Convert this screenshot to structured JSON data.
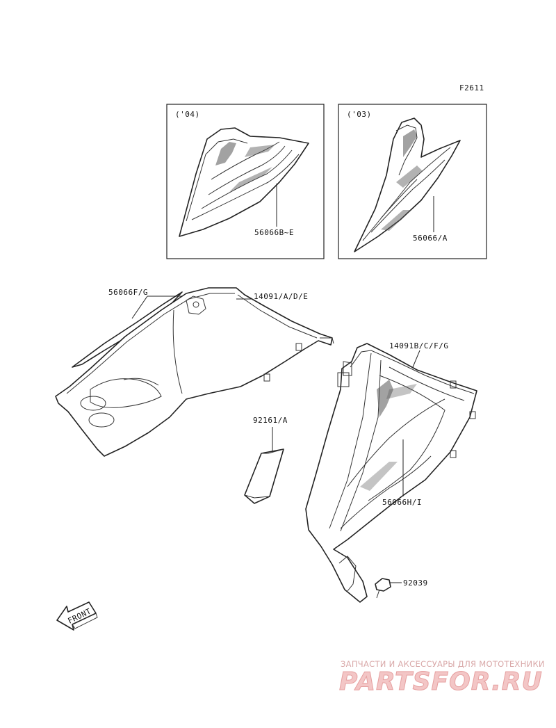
{
  "diagram_code": "F2611",
  "insets": [
    {
      "year": "('04)",
      "part": "56066B~E"
    },
    {
      "year": "('03)",
      "part": "56066/A"
    }
  ],
  "labels": {
    "left_decal": "56066F/G",
    "left_cover": "14091/A/D/E",
    "right_cover": "14091B/C/F/G",
    "pad": "92161/A",
    "right_decal": "56066H/I",
    "clip": "92039"
  },
  "front_arrow": "FRONT",
  "watermark": {
    "tagline": "ЗАПЧАСТИ И АКСЕССУАРЫ ДЛЯ МОТОТЕХНИКИ",
    "brand": "PARTSFOR.RU"
  },
  "colors": {
    "line": "#222222",
    "watermark": "#f3c6c6"
  }
}
